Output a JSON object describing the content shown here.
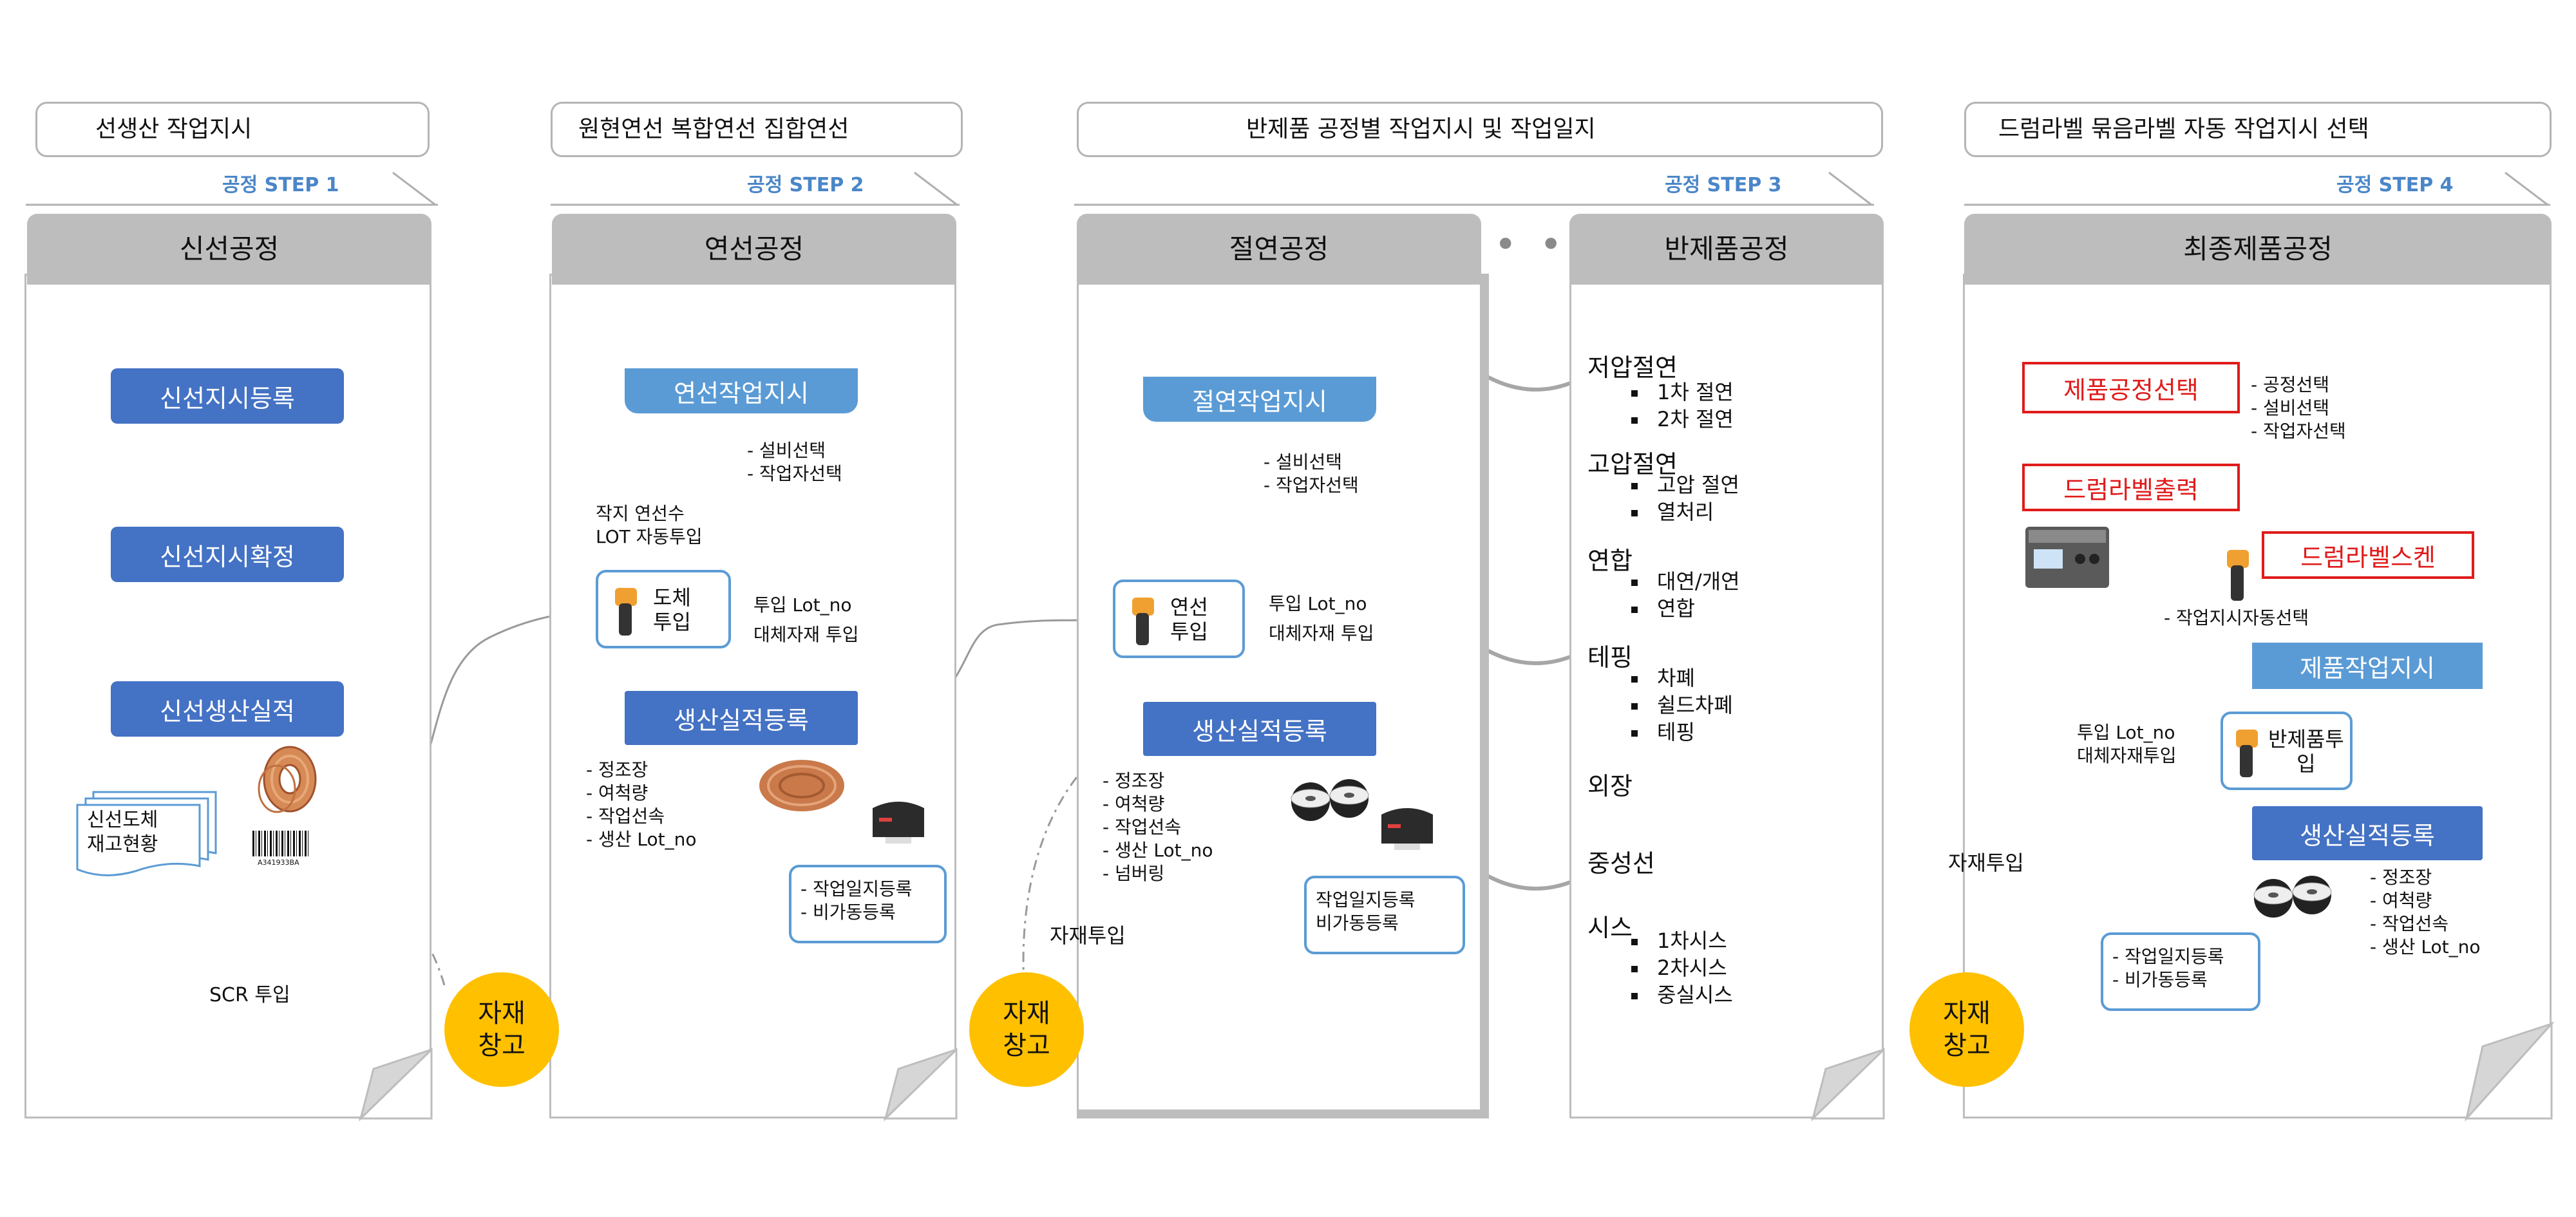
{
  "headers": [
    "선생산 작업지시",
    "원현연선 복합연선 집합연선",
    "반제품 공정별 작업지시 및 작업일지",
    "드럼라벨 묶음라벨 자동 작업지시 선택"
  ],
  "steps": [
    "공정 STEP 1",
    "공정 STEP 2",
    "공정 STEP 3",
    "공정 STEP 4"
  ],
  "tabs": [
    "신선공정",
    "연선공정",
    "절연공정",
    "반제품공정",
    "최종제품공정"
  ],
  "dots": "• • •",
  "p1": {
    "boxes": [
      "신선지시등록",
      "신선지시확정",
      "신선생산실적"
    ],
    "docs_label": "신선도체\n재고현황",
    "barcode_text": "A341933BA",
    "scr_label": "SCR 투입",
    "warehouse": "자재\n창고"
  },
  "p2": {
    "order": "연선작업지시",
    "order_notes": "- 설비선택\n- 작업자선택",
    "auto_note": "작지 연선수\nLOT 자동투입",
    "scan_label": "도체\n투입",
    "input_notes": "투입 Lot_no\n대체자재 투입",
    "result": "생산실적등록",
    "result_notes": "- 정조장\n- 여척량\n- 작업선속\n- 생산 Lot_no",
    "log": "- 작업일지등록\n- 비가동등록"
  },
  "p3": {
    "order": "절연작업지시",
    "order_notes": "- 설비선택\n- 작업자선택",
    "scan_label": "연선\n투입",
    "input_notes": "투입 Lot_no\n대체자재 투입",
    "result": "생산실적등록",
    "result_notes": "- 정조장\n- 여척량\n- 작업선속\n- 생산 Lot_no\n- 넘버링",
    "log": "작업일지등록\n비가동등록",
    "material_input": "자재투입",
    "warehouse": "자재\n창고"
  },
  "semi": {
    "categories": [
      {
        "name": "저압절연",
        "items": [
          "1차 절연",
          "2차 절연"
        ]
      },
      {
        "name": "고압절연",
        "items": [
          "고압 절연",
          "열처리"
        ]
      },
      {
        "name": "연합",
        "items": [
          "대연/개연",
          "연합"
        ]
      },
      {
        "name": "테핑",
        "items": [
          "차폐",
          "쉴드차폐",
          "테핑"
        ]
      },
      {
        "name": "외장",
        "items": []
      },
      {
        "name": "중성선",
        "items": []
      },
      {
        "name": "시스",
        "items": [
          "1차시스",
          "2차시스",
          "중실시스"
        ]
      }
    ]
  },
  "p4": {
    "select": "제품공정선택",
    "select_notes": "- 공정선택\n- 설비선택\n- 작업자선택",
    "print": "드럼라벨출력",
    "scan": "드럼라벨스켄",
    "auto_note": "- 작업지시자동선택",
    "order": "제품작업지시",
    "input_notes": "투입 Lot_no\n대체자재투입",
    "scan_label": "반제품투\n입",
    "result": "생산실적등록",
    "result_notes": "- 정조장\n- 여척량\n- 작업선속\n- 생산 Lot_no",
    "log": "- 작업일지등록\n- 비가동등록",
    "material_input": "자재투입",
    "warehouse": "자재\n창고"
  },
  "colors": {
    "blue": "#4472c4",
    "light_blue": "#5b9bd5",
    "red": "#e01b1b",
    "yellow": "#ffc000",
    "gray": "#bdbdbd"
  }
}
